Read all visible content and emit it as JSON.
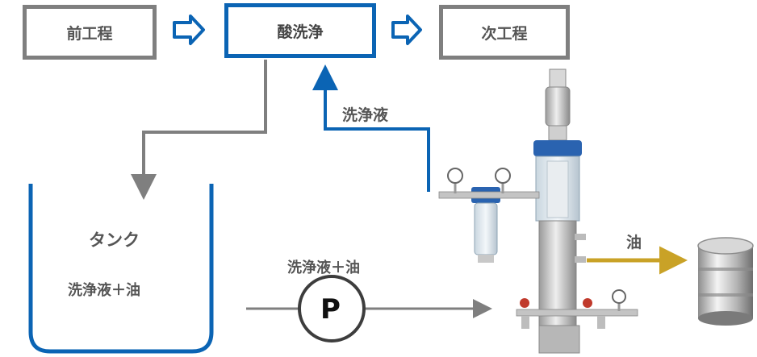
{
  "process": {
    "prev_step": "前工程",
    "acid_wash": "酸洗浄",
    "next_step": "次工程"
  },
  "tank": {
    "title": "タンク",
    "content": "洗浄液＋油"
  },
  "flows": {
    "return_label": "洗浄液",
    "pump_label": "洗浄液＋油",
    "oil_label": "油",
    "pump_symbol": "P"
  },
  "colors": {
    "grey": "#7f7f7f",
    "blue": "#0b64b4",
    "oil": "#c9a227"
  }
}
